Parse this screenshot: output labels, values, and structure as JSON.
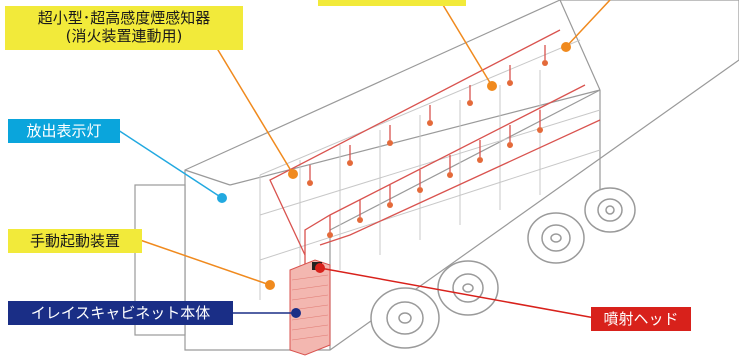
{
  "colors": {
    "detector_accent": "#f08a1e",
    "indicator_accent": "#22a9e0",
    "cabinet_accent": "#1a2e86",
    "head_accent": "#d8211b",
    "pipe": "#d9534f",
    "truck_outline": "#9a9a9a",
    "label_yellow": "#f2ea3a"
  },
  "labels": {
    "smoke_detector_line1": "超小型･超高感度煙感知器",
    "smoke_detector_line2": "(消火装置連動用)",
    "discharge_indicator": "放出表示灯",
    "manual_start": "手動起動装置",
    "cabinet": "イレイスキャビネット本体",
    "nozzle": "噴射ヘッド"
  },
  "icons": {
    "detector_marker": "orange-circle-icon",
    "indicator_marker": "cyan-circle-icon",
    "manual_marker": "orange-circle-icon",
    "cabinet_marker": "navy-circle-icon",
    "nozzle_marker": "red-circle-icon"
  }
}
